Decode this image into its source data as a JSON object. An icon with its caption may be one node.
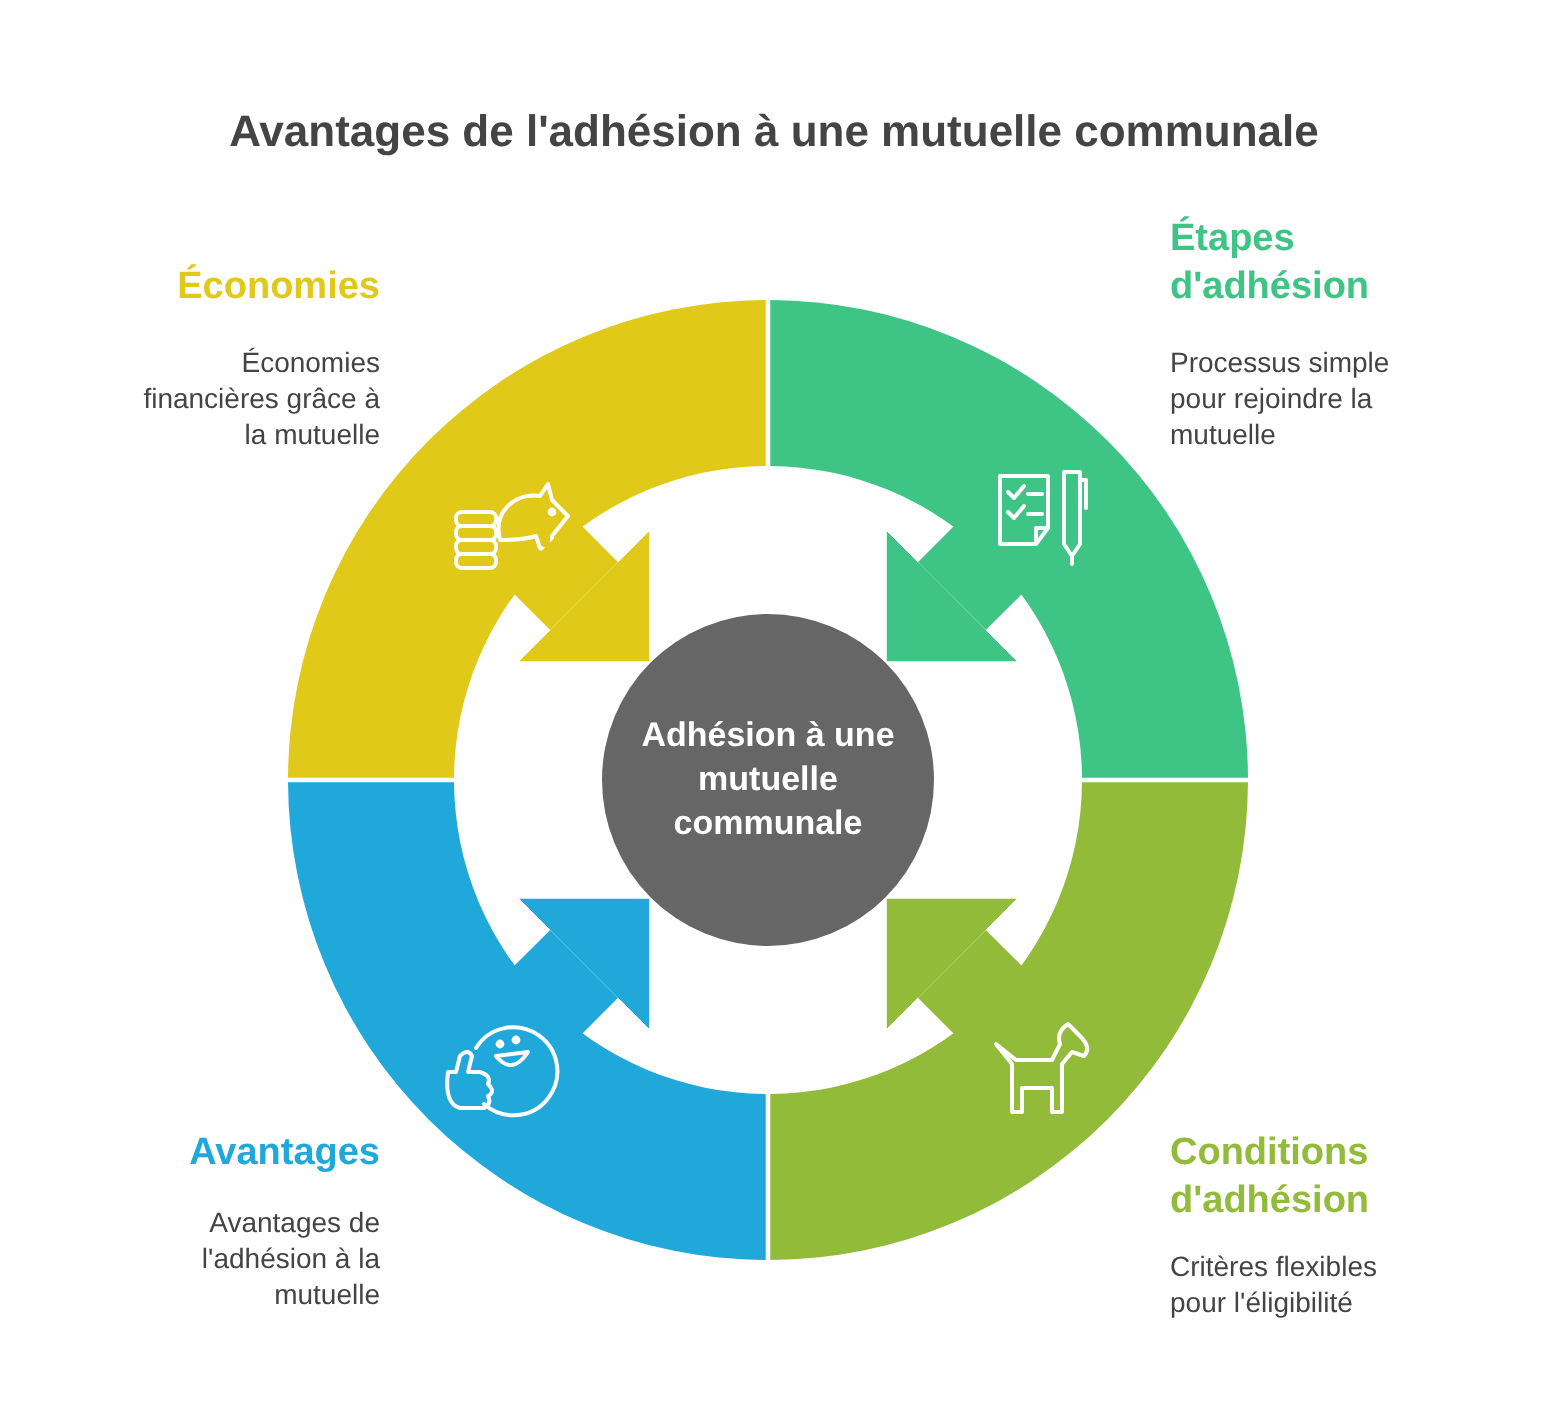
{
  "diagram": {
    "title": "Avantages de l'adhésion à une mutuelle communale",
    "nodes": [
      {
        "text": [
          "Économies",
          "Économies financières grâce à la mutuelle"
        ]
      },
      {
        "text": [
          "Étapes d'adhésion",
          "Processus simple pour rejoindre la mutuelle"
        ]
      },
      {
        "text": [
          "Adhésion à une mutuelle communale"
        ]
      },
      {
        "text": [
          "Avantages",
          "Avantages de l'adhésion à la mutuelle"
        ]
      },
      {
        "text": [
          "Conditions d'adhésion",
          "Critères flexibles pour l'éligibilité"
        ]
      }
    ],
    "edges": [
      {
        "from": 0,
        "to": 2,
        "arrow": "to",
        "color": "#e0c918"
      },
      {
        "from": 1,
        "to": 2,
        "arrow": "to",
        "color": "#3ec585"
      },
      {
        "from": 3,
        "to": 2,
        "arrow": "to",
        "color": "#20a8da"
      },
      {
        "from": 4,
        "to": 2,
        "arrow": "to",
        "color": "#93bb3a"
      }
    ]
  }
}
